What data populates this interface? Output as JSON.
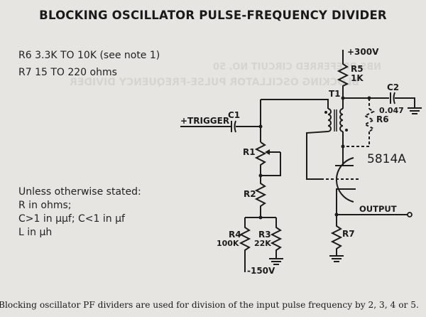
{
  "title": "BLOCKING OSCILLATOR PULSE-FREQUENCY DIVIDER",
  "notes": {
    "r6_range": "R6 3.3K TO 10K (see note 1)",
    "r7_range": "R7 15 TO 220 ohms"
  },
  "units_note": {
    "line1": "Unless otherwise stated:",
    "line2": "R in ohms;",
    "line3": "C>1 in μμf; C<1 in μf",
    "line4": "L in μh"
  },
  "bleed_through": {
    "line1": "NBS PREFERRED CIRCUIT NO. 50",
    "line2": "BLOCKING OSCILLATOR PULSE-FREQUENCY DIVIDER"
  },
  "schematic": {
    "supply_label": "+300V",
    "r5_label": "R5",
    "r5_value": "1K",
    "t1_label": "T1",
    "c2_label": "C2",
    "c2_value": "0.047",
    "r6_label": "R6",
    "tube_label": "5814A",
    "trigger_label": "+TRIGGER",
    "c1_label": "C1",
    "r1_label": "R1",
    "r2_label": "R2",
    "r4_label": "R4",
    "r4_value": "100K",
    "r3_label": "R3",
    "r3_value": "22K",
    "neg_supply_label": "-150V",
    "output_label": "OUTPUT",
    "r7_label": "R7"
  },
  "caption": "Blocking oscillator PF dividers are used for division of the input pulse frequency by 2, 3, 4 or 5."
}
